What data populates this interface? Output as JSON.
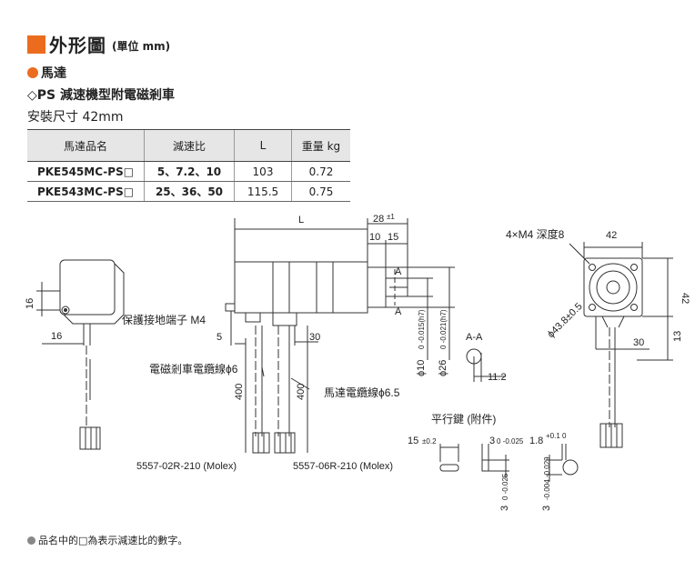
{
  "header": {
    "title": "外形圖",
    "unit": "(單位 mm)"
  },
  "section": {
    "motor_label": "馬達",
    "type_label": "◇PS 減速機型附電磁剎車",
    "mount_label": "安裝尺寸 42mm"
  },
  "table": {
    "headers": [
      "馬達品名",
      "減速比",
      "L",
      "重量 kg"
    ],
    "rows": [
      [
        "PKE545MC-PS□",
        "5、7.2、10",
        "103",
        "0.72"
      ],
      [
        "PKE543MC-PS□",
        "25、36、50",
        "115.5",
        "0.75"
      ]
    ]
  },
  "drawing": {
    "dim_L": "L",
    "dim_28": "28",
    "dim_28_tol": "±1",
    "dim_10": "10",
    "dim_15": "15",
    "section_A": "A",
    "dim_16_side": "16",
    "dim_16_bottom": "16",
    "ground_terminal": "保護接地端子 M4",
    "dim_5": "5",
    "dim_30_mid": "30",
    "shaft_phi10": "ϕ10",
    "shaft_phi10_tol": "0 -0.015(h7)",
    "shaft_phi26": "ϕ26",
    "shaft_phi26_tol": "0 -0.021(h7)",
    "brake_cable": "電磁剎車電纜線ϕ6",
    "motor_cable": "馬達電纜線ϕ6.5",
    "dim_400_a": "400",
    "dim_400_b": "400",
    "connector_brake": "5557-02R-210 (Molex)",
    "connector_motor": "5557-06R-210 (Molex)",
    "section_AA": "A-A",
    "dim_11_2": "11.2",
    "front_holes": "4×M4 深度8",
    "dim_42_top": "42",
    "dim_42_right": "42",
    "pcd": "ϕ43.8±0.5",
    "dim_30_right": "30",
    "dim_13": "13",
    "key_title": "平行鍵 (附件)",
    "key_15": "15",
    "key_15_tol": "±0.2",
    "key_3": "3",
    "key_3_tol": "0 -0.025",
    "key_1_8": "1.8",
    "key_1_8_tol": "+0.1 0",
    "key_3v": "3",
    "key_3v_tol": "0 -0.025",
    "key_3v2": "3",
    "key_3v2_tol": "-0.004 -0.029"
  },
  "note": "品名中的□為表示減速比的數字。",
  "colors": {
    "accent": "#ec6c1f",
    "header_bg": "#e6e6e6"
  }
}
